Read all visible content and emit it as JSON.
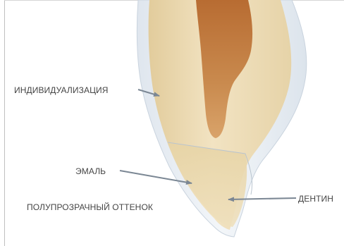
{
  "labels": {
    "individualization": "ИНДИВИДУАЛИЗАЦИЯ",
    "enamel": "ЭМАЛЬ",
    "dentin": "ДЕНТИН",
    "translucent_shade": "ПОЛУПРОЗРАЧНЫЙ ОТТЕНОК"
  },
  "colors": {
    "outer_translucent": "#e8edf3",
    "outer_edge": "#c9d3de",
    "dentin_body": "#ecdcb8",
    "enamel_region": "#e8d6a8",
    "pulp_light": "#c98a4e",
    "pulp_dark": "#a5602a",
    "arrow": "#7b8794",
    "text": "#444444"
  }
}
